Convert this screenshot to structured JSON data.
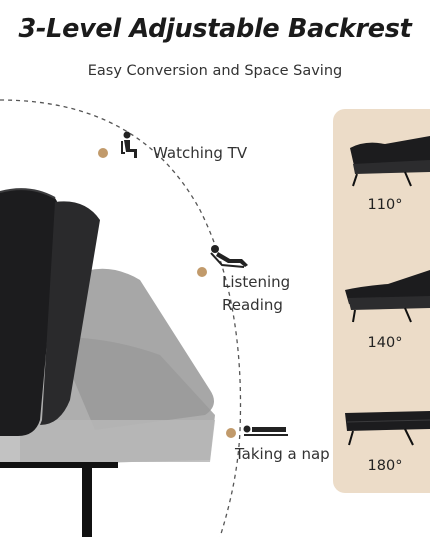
{
  "header": {
    "title": "3-Level Adjustable Backrest",
    "subtitle": "Easy Conversion and Space Saving"
  },
  "positions": [
    {
      "label_lines": [
        "Watching TV"
      ],
      "icon": "sitting-person-icon"
    },
    {
      "label_lines": [
        "Listening",
        "Reading"
      ],
      "icon": "reclining-person-icon"
    },
    {
      "label_lines": [
        "Taking a nap"
      ],
      "icon": "lying-person-icon"
    }
  ],
  "angles": [
    {
      "label": "110°"
    },
    {
      "label": "140°"
    },
    {
      "label": "180°"
    }
  ],
  "colors": {
    "accent_dot": "#c19a6b",
    "panel_bg": "#ecdcc8",
    "sofa_dark": "#1c1c1e"
  }
}
